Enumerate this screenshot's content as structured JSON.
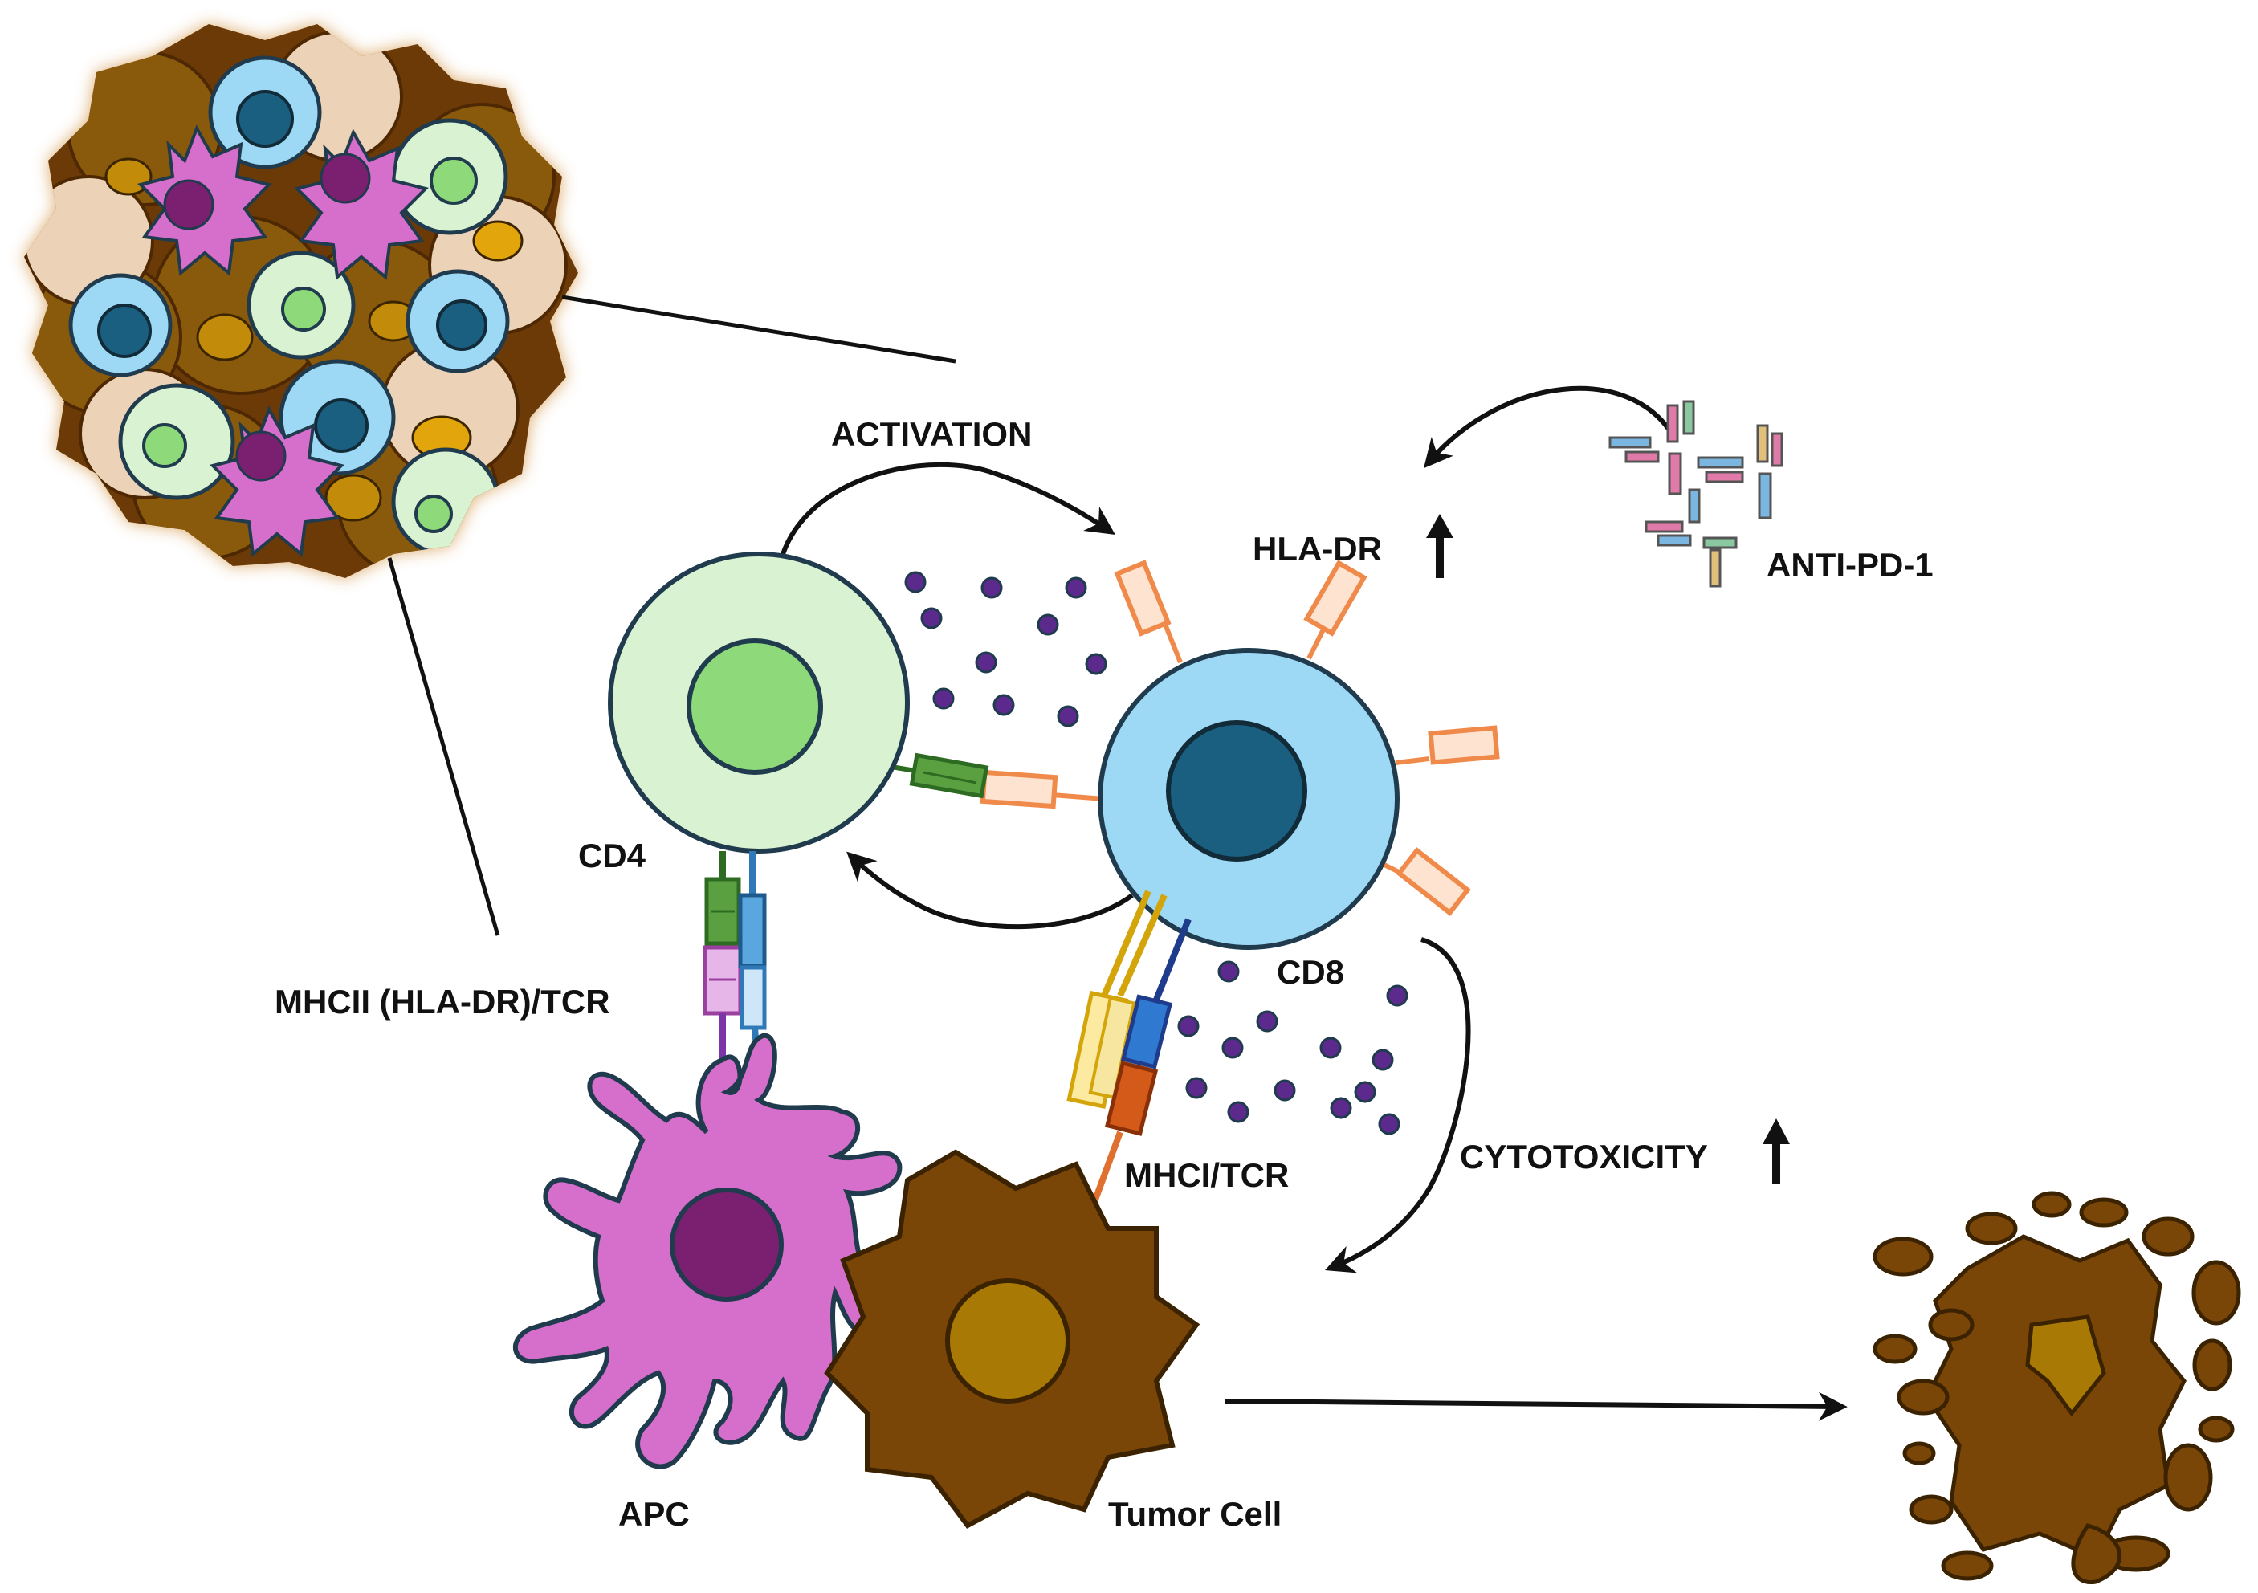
{
  "labels": {
    "activation": "ACTIVATION",
    "hla_dr": "HLA-DR",
    "anti_pd1": "ANTI-PD-1",
    "cd4": "CD4",
    "cd8": "CD8",
    "mhcii_tcr": "MHCII (HLA-DR)/TCR",
    "mhci_tcr": "MHCI/TCR",
    "cytotoxicity": "CYTOTOXICITY",
    "apc": "APC",
    "tumor_cell": "Tumor Cell"
  },
  "colors": {
    "cd4_cytoplasm": "#d8f2d2",
    "cd4_nucleus": "#8ed979",
    "cd8_cytoplasm": "#9dd8f5",
    "cd8_nucleus": "#1b5f80",
    "apc_body": "#d66fcb",
    "apc_nucleus": "#7b2070",
    "tumor_body": "#7a4608",
    "tumor_nucleus": "#a87a05",
    "hla_dr_receptor": "#f08a4b",
    "cytokine_dot": "#5c2a8c",
    "outline": "#1f3b4d"
  },
  "icons": [
    "tumor-microenvironment-icon",
    "antibody-icon",
    "up-arrow-icon",
    "dead-tumor-cell-icon"
  ]
}
